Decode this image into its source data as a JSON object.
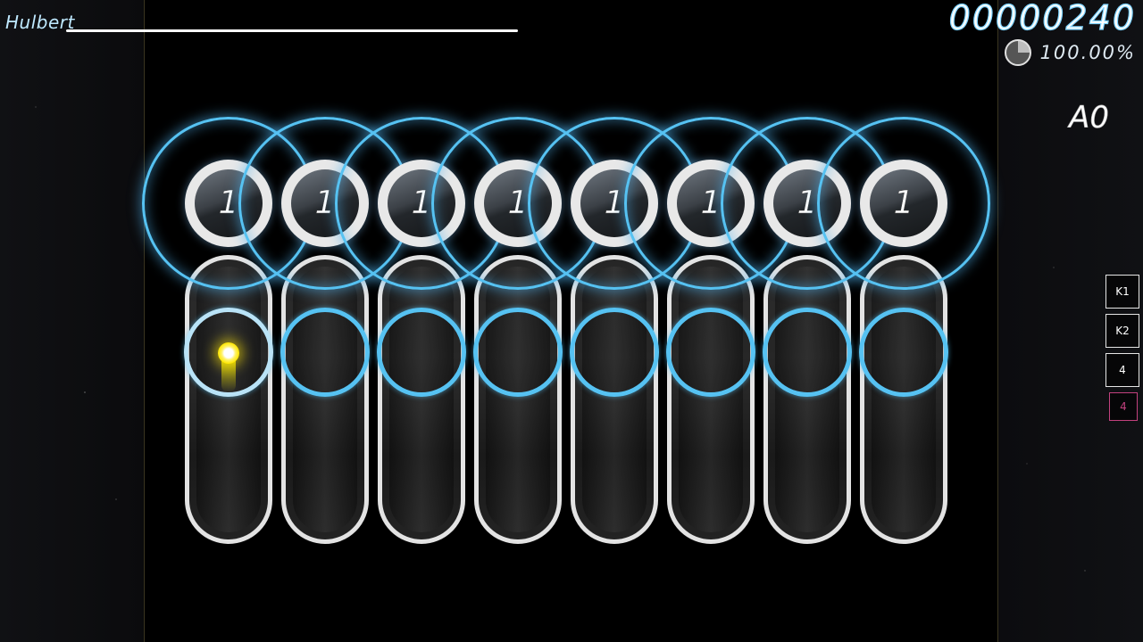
{
  "hud": {
    "player_name": "Hulbert",
    "score": "00000240",
    "accuracy": "100.00%",
    "combo": "A0"
  },
  "progress": {
    "fraction_complete": 1.0
  },
  "keys": [
    {
      "label": "K1"
    },
    {
      "label": "K2"
    },
    {
      "label": "4"
    },
    {
      "label": "4"
    }
  ],
  "lanes": [
    {
      "combo_number": "1"
    },
    {
      "combo_number": "1"
    },
    {
      "combo_number": "1"
    },
    {
      "combo_number": "1"
    },
    {
      "combo_number": "1"
    },
    {
      "combo_number": "1"
    },
    {
      "combo_number": "1"
    },
    {
      "combo_number": "1"
    }
  ],
  "icons": {
    "accuracy": "pie-chart-icon",
    "cursor": "cursor-icon"
  },
  "colors": {
    "approach_ring": "#56c2f2",
    "cursor": "#ffe600",
    "player_name": "#bfe9ff",
    "key_pressed": "#c2417e"
  }
}
